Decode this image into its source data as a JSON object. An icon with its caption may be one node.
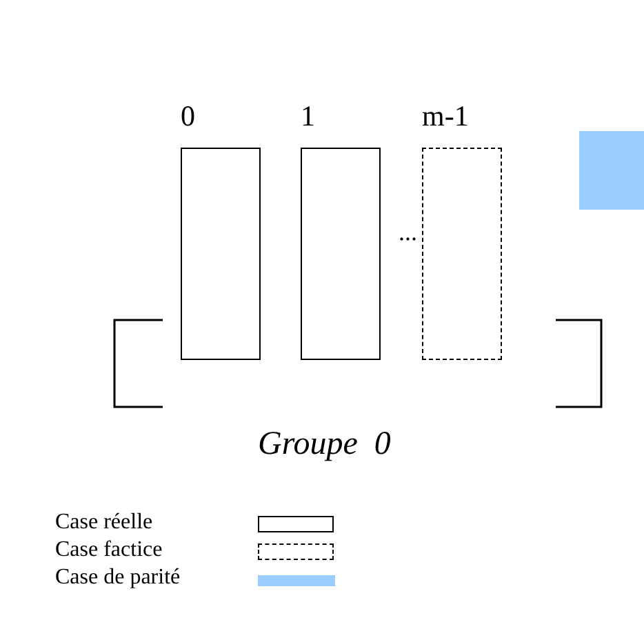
{
  "diagram": {
    "nodes": [
      {
        "text": [
          "0"
        ]
      },
      {
        "text": [
          "1"
        ]
      },
      {
        "text": [
          "m-1"
        ]
      },
      {
        "text": [],
        "shape": "box"
      }
    ],
    "labels": [
      "...",
      "Groupe  0"
    ],
    "legend": [
      {
        "text": "Case réelle"
      },
      {
        "text": "Case factice"
      },
      {
        "text": "Case de parité",
        "color": "#99ccff"
      }
    ]
  }
}
